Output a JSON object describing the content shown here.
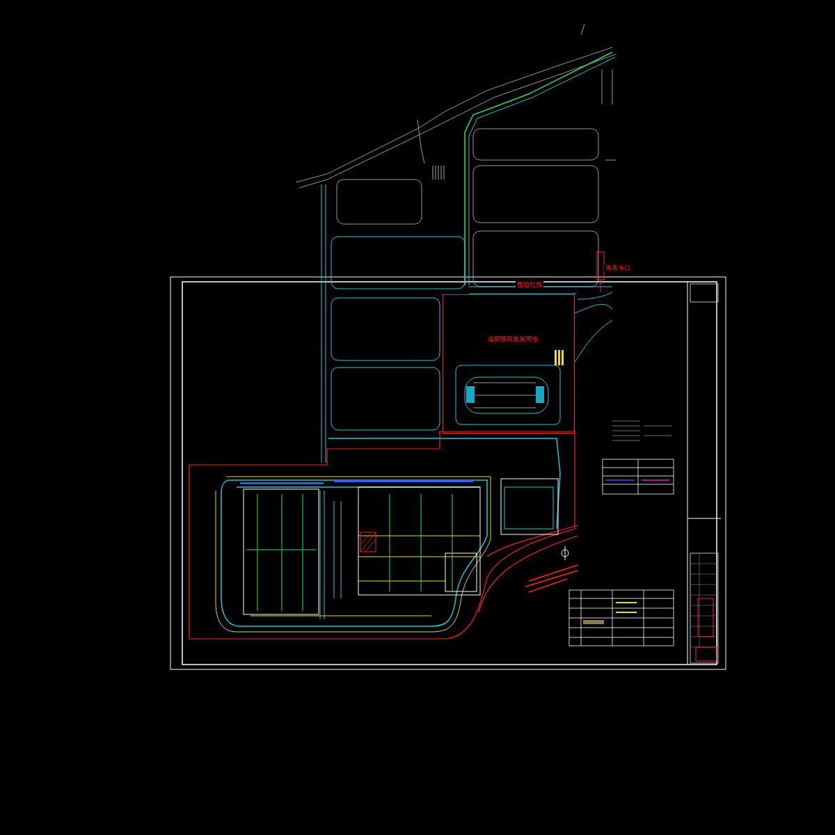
{
  "diagram": {
    "nodes": [
      {
        "text": [
          "远期预留发展用地"
        ]
      }
    ],
    "labels": [
      "海关卡口",
      "围墙红线"
    ]
  }
}
